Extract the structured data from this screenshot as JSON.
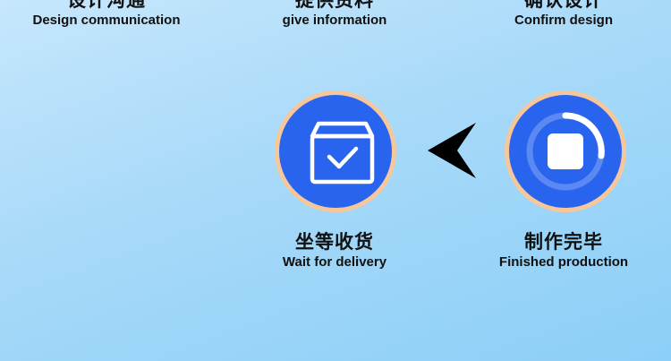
{
  "steps": [
    {
      "zh": "设计沟通",
      "en": "Design communication"
    },
    {
      "zh": "提供资料",
      "en": "give information"
    },
    {
      "zh": "确认设计",
      "en": "Confirm design"
    },
    {
      "zh": "坐等收货",
      "en": "Wait for delivery",
      "icon": "checked-box-icon"
    },
    {
      "zh": "制作完毕",
      "en": "Finished production",
      "icon": "stop-progress-icon"
    }
  ],
  "colors": {
    "circle_fill": "#2864ee",
    "circle_border": "#f6c79b",
    "arrow": "#000000"
  },
  "arrow_icon": "left-arrowhead-icon"
}
